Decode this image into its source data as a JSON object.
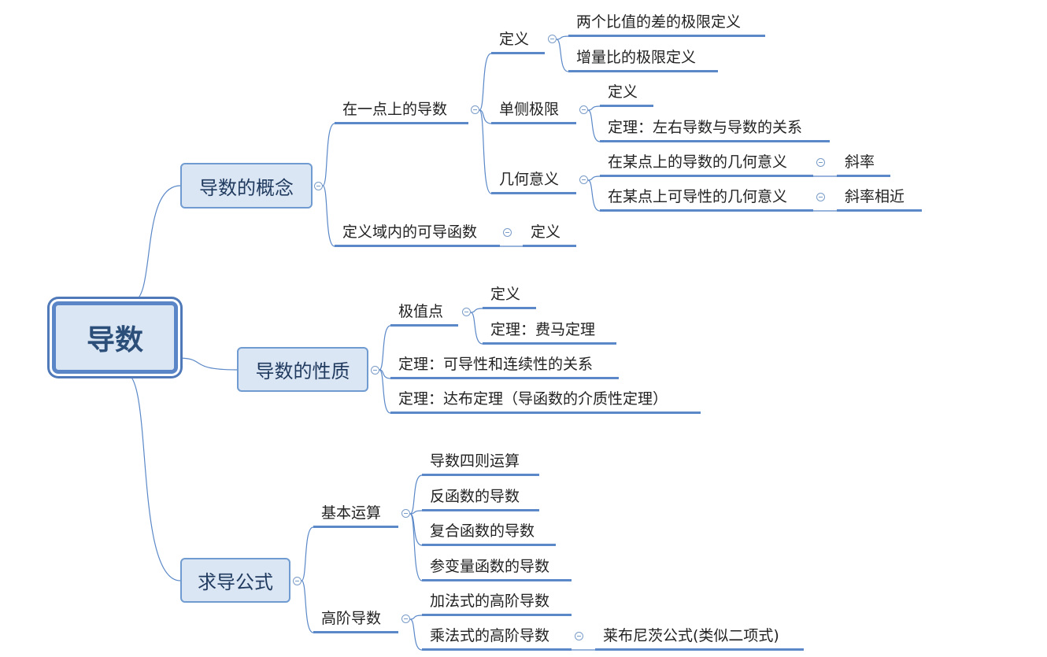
{
  "root": {
    "label": "导数"
  },
  "branches": {
    "concept": {
      "label": "导数的概念",
      "point_derivative": {
        "label": "在一点上的导数",
        "definition": {
          "label": "定义",
          "items": [
            "两个比值的差的极限定义",
            "增量比的极限定义"
          ]
        },
        "one_sided": {
          "label": "单侧极限",
          "items": [
            "定义",
            "定理：左右导数与导数的关系"
          ]
        },
        "geometric": {
          "label": "几何意义",
          "items": [
            {
              "label": "在某点上的导数的几何意义",
              "child": "斜率"
            },
            {
              "label": "在某点上可导性的几何意义",
              "child": "斜率相近"
            }
          ]
        }
      },
      "domain_diff": {
        "label": "定义域内的可导函数",
        "child": "定义"
      }
    },
    "properties": {
      "label": "导数的性质",
      "extremum": {
        "label": "极值点",
        "items": [
          "定义",
          "定理：费马定理"
        ]
      },
      "items": [
        "定理：可导性和连续性的关系",
        "定理：达布定理（导函数的介质性定理）"
      ]
    },
    "formulas": {
      "label": "求导公式",
      "basic": {
        "label": "基本运算",
        "items": [
          "导数四则运算",
          "反函数的导数",
          "复合函数的导数",
          "参变量函数的导数"
        ]
      },
      "higher": {
        "label": "高阶导数",
        "items": [
          "加法式的高阶导数",
          "乘法式的高阶导数"
        ],
        "leibniz": "莱布尼茨公式(类似二项式)"
      }
    }
  },
  "colors": {
    "line": "#5a88c8",
    "box_fill": "#dbe6f4",
    "box_border": "#6f9bd1"
  }
}
